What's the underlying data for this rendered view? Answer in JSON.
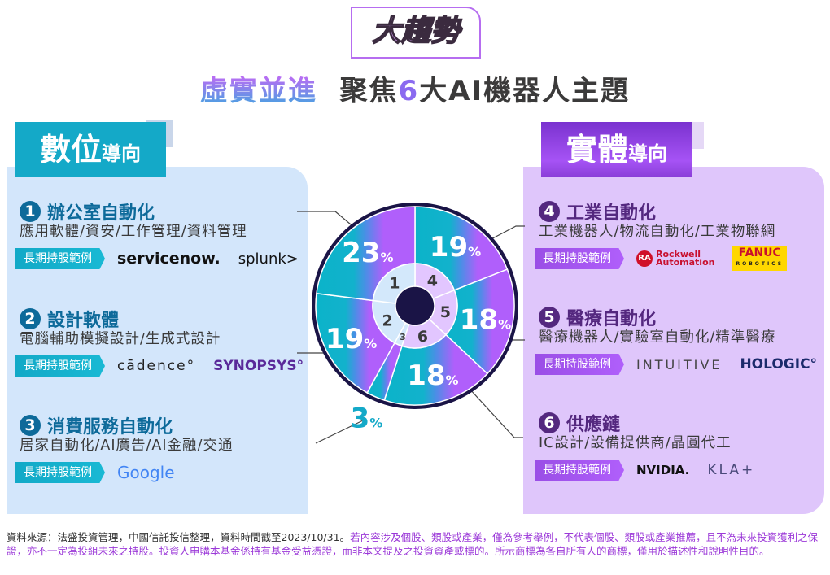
{
  "header": {
    "badge": "大趨勢",
    "subtitle_a": "虛實並進",
    "subtitle_b": "聚焦",
    "subtitle_num": "6",
    "subtitle_c": "大AI機器人主題"
  },
  "left": {
    "tab_main": "數位",
    "tab_sub": "導向",
    "sections": [
      {
        "num": "1",
        "title": "辦公室自動化",
        "desc": "應用軟體/資安/工作管理/資料管理",
        "badge": "長期持股範例",
        "logos": [
          "servicenow.",
          "splunk>"
        ]
      },
      {
        "num": "2",
        "title": "設計軟體",
        "desc": "電腦輔助模擬設計/生成式設計",
        "badge": "長期持股範例",
        "logos": [
          "cādence°",
          "SYNOPSYS°"
        ]
      },
      {
        "num": "3",
        "title": "消費服務自動化",
        "desc": "居家自動化/AI廣告/AI金融/交通",
        "badge": "長期持股範例",
        "logos": [
          "Google"
        ]
      }
    ]
  },
  "right": {
    "tab_main": "實體",
    "tab_sub": "導向",
    "sections": [
      {
        "num": "4",
        "title": "工業自動化",
        "desc": "工業機器人/物流自動化/工業物聯網",
        "badge": "長期持股範例",
        "logos": [
          "RA",
          "Rockwell",
          "Automation",
          "FANUC",
          "ROBOTICS"
        ]
      },
      {
        "num": "5",
        "title": "醫療自動化",
        "desc": "醫療機器人/實驗室自動化/精準醫療",
        "badge": "長期持股範例",
        "logos": [
          "INTUITIVE",
          "HOLOGIC°"
        ]
      },
      {
        "num": "6",
        "title": "供應鏈",
        "desc": "IC設計/設備提供商/晶圓代工",
        "badge": "長期持股範例",
        "logos": [
          "NVIDIA.",
          "KLA+"
        ]
      }
    ]
  },
  "chart_data": {
    "type": "pie",
    "title": "",
    "slices": [
      {
        "id": "4",
        "value": 19,
        "label": "19%",
        "group": "實體"
      },
      {
        "id": "5",
        "value": 18,
        "label": "18%",
        "group": "實體"
      },
      {
        "id": "6",
        "value": 18,
        "label": "18%",
        "group": "實體"
      },
      {
        "id": "3",
        "value": 3,
        "label": "3%",
        "group": "數位"
      },
      {
        "id": "2",
        "value": 19,
        "label": "19%",
        "group": "數位"
      },
      {
        "id": "1",
        "value": 23,
        "label": "23%",
        "group": "數位"
      }
    ]
  },
  "colors": {
    "teal": "#0bb3c9",
    "purple": "#b05ffb",
    "navy": "#1a1446"
  },
  "footer": {
    "black": "資料來源：法盛投資管理，中國信託投信整理，資料時間截至2023/10/31。",
    "purple": "若內容涉及個股、類股或產業，僅為參考舉例，不代表個股、類股或產業推薦，且不為未來投資獲利之保證，亦不一定為投組未來之持股。投資人申購本基金係持有基金受益憑證，而非本文提及之投資資產或標的。所示商標為各自所有人的商標，僅用於描述性和說明性目的。"
  }
}
